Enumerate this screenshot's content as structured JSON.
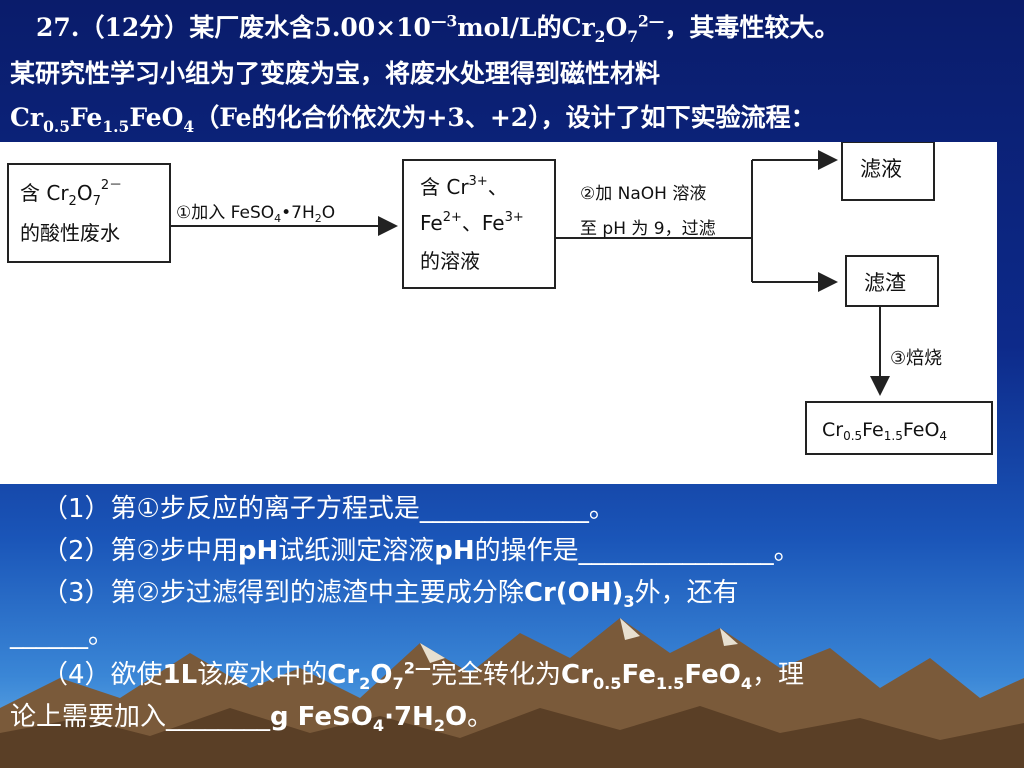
{
  "problem": {
    "number": "27.",
    "points": "（12分）",
    "intro_a": "某厂废水含5.00×10",
    "exp": "—3",
    "intro_b": "mol/L的Cr",
    "s2": "2",
    "o": "O",
    "s7": "7",
    "charge": "2—",
    "intro_c": "，其毒性较大。",
    "line2": "某研究性学习小组为了变废为宝，将废水处理得到磁性材料",
    "f_cr": "Cr",
    "f_05": "0.5",
    "f_fe": "Fe",
    "f_15": "1.5",
    "f_feo": "FeO",
    "f_4": "4",
    "line3_rest": "（Fe的化合价依次为+3、+2），设计了如下实验流程："
  },
  "flowchart": {
    "box1_a": "含  Cr",
    "box1_sub2": "2",
    "box1_o": "O",
    "box1_sub7": "7",
    "box1_charge": "2－",
    "box1_b": "的酸性废水",
    "arrow1_a": "①加入 FeSO",
    "arrow1_sub4": "4",
    "arrow1_b": "•7H",
    "arrow1_sub2": "2",
    "arrow1_c": "O",
    "box2_a": "含  Cr",
    "box2_sup3": "3+",
    "box2_dun": "、",
    "box2_fe": "Fe",
    "box2_sup2": "2+",
    "box2_dun2": "、Fe",
    "box2_sup3b": "3+",
    "box2_c": "的溶液",
    "step2_a": "②加 NaOH 溶液",
    "step2_b": "至 pH 为 9，过滤",
    "filtrate": "滤液",
    "residue": "滤渣",
    "step3": "③焙烧",
    "product_cr": "Cr",
    "product_05": "0.5",
    "product_fe": "Fe",
    "product_15": "1.5",
    "product_feo": "FeO",
    "product_4": "4"
  },
  "questions": {
    "q1": "（1）第①步反应的离子方程式是_____________。",
    "q2_a": "（2）第②步中用",
    "q2_ph": "pH",
    "q2_b": "试纸测定溶液",
    "q2_ph2": "pH",
    "q2_c": "的操作是_______________。",
    "q3_a": "（3）第②步过滤得到的滤渣中主要成分除",
    "q3_f": "Cr(OH)",
    "q3_sub": "3",
    "q3_b": "外，还有",
    "q3_line2": "______。",
    "q4_a": "（4）欲使",
    "q4_1l": "1L",
    "q4_b": "该废水中的",
    "q4_cr": "Cr",
    "q4_s2": "2",
    "q4_o": "O",
    "q4_s7": "7",
    "q4_ch": "2—",
    "q4_c": "完全转化为",
    "q4_cr2": "Cr",
    "q4_05": "0.5",
    "q4_fe": "Fe",
    "q4_15": "1.5",
    "q4_feo": "FeO",
    "q4_4": "4",
    "q4_d": "，理",
    "q4_line2_a": "论上需要加入",
    "q4_blank": "________",
    "q4_g": "g FeSO",
    "q4_g4": "4",
    "q4_dot": "·7H",
    "q4_h2": "2",
    "q4_o2": "O",
    "q4_end": "。"
  }
}
